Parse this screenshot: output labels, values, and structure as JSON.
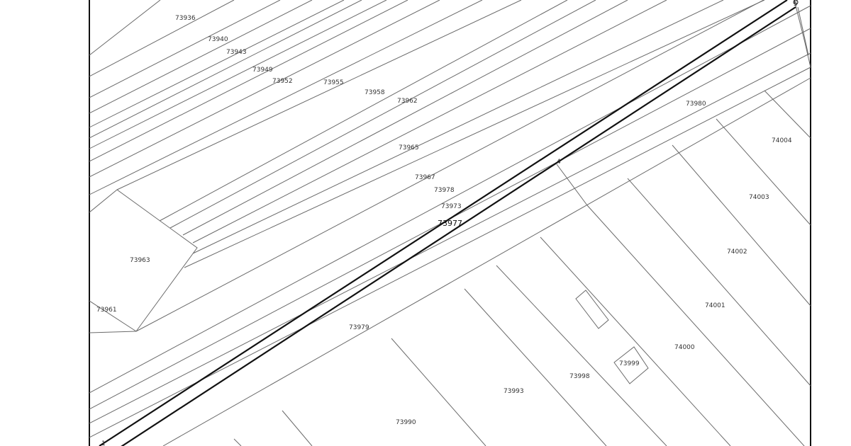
{
  "map": {
    "parcels": [
      {
        "id": "73936"
      },
      {
        "id": "73940"
      },
      {
        "id": "73943"
      },
      {
        "id": "73949"
      },
      {
        "id": "73952"
      },
      {
        "id": "73955"
      },
      {
        "id": "73958"
      },
      {
        "id": "73962"
      },
      {
        "id": "73965"
      },
      {
        "id": "73967"
      },
      {
        "id": "73978"
      },
      {
        "id": "73973"
      },
      {
        "id": "73977"
      },
      {
        "id": "73980"
      },
      {
        "id": "74004"
      },
      {
        "id": "74003"
      },
      {
        "id": "74002"
      },
      {
        "id": "74001"
      },
      {
        "id": "74000"
      },
      {
        "id": "73963"
      },
      {
        "id": "73961"
      },
      {
        "id": "73979"
      },
      {
        "id": "73999"
      },
      {
        "id": "73998"
      },
      {
        "id": "73993"
      },
      {
        "id": "73990"
      }
    ],
    "points": [
      {
        "id": "5"
      },
      {
        "id": "4"
      },
      {
        "id": "1"
      }
    ]
  }
}
